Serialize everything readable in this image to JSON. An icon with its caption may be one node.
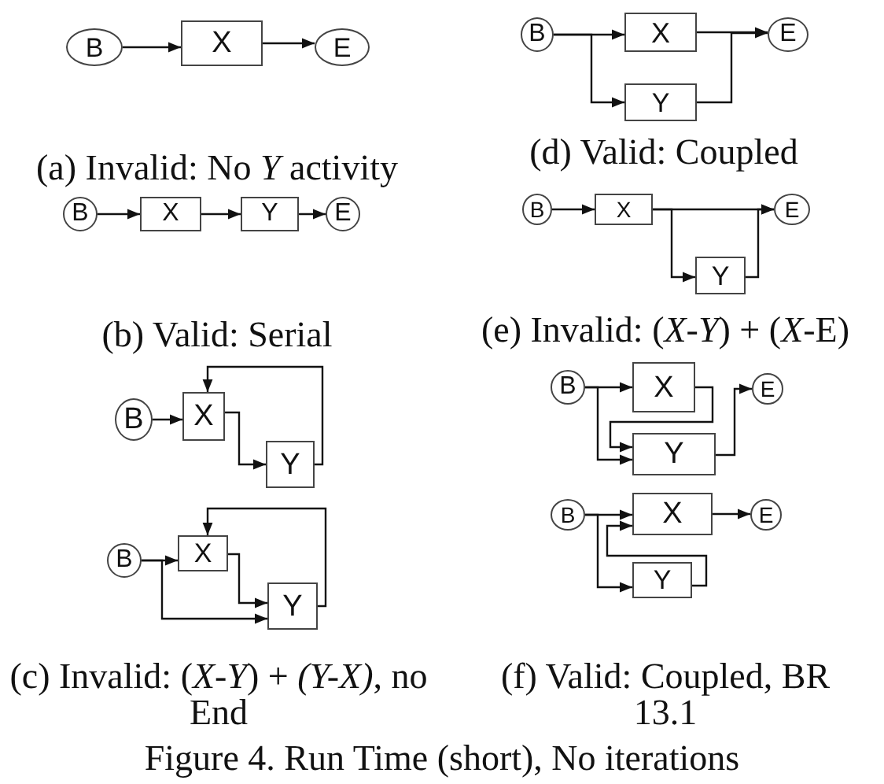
{
  "diagram": {
    "caption": "Figure 4. Run Time (short), No iterations",
    "nodes": [
      {
        "text": [
          "B"
        ]
      },
      {
        "text": [
          "X"
        ]
      },
      {
        "text": [
          "E"
        ]
      },
      {
        "text": [
          "B"
        ]
      },
      {
        "text": [
          "X"
        ]
      },
      {
        "text": [
          "Y"
        ]
      },
      {
        "text": [
          "E"
        ]
      },
      {
        "text": [
          "B"
        ]
      },
      {
        "text": [
          "X"
        ]
      },
      {
        "text": [
          "Y"
        ]
      },
      {
        "text": [
          "E"
        ]
      },
      {
        "text": [
          "B"
        ]
      },
      {
        "text": [
          "X"
        ]
      },
      {
        "text": [
          "Y"
        ]
      },
      {
        "text": [
          "E"
        ]
      },
      {
        "text": [
          "B"
        ]
      },
      {
        "text": [
          "X"
        ]
      },
      {
        "text": [
          "Y"
        ]
      },
      {
        "text": [
          "B"
        ]
      },
      {
        "text": [
          "X"
        ]
      },
      {
        "text": [
          "Y"
        ]
      },
      {
        "text": [
          "E"
        ]
      },
      {
        "text": [
          "B"
        ]
      },
      {
        "text": [
          "X"
        ]
      },
      {
        "text": [
          "Y"
        ]
      },
      {
        "text": [
          "B"
        ]
      },
      {
        "text": [
          "X"
        ]
      },
      {
        "text": [
          "Y"
        ]
      },
      {
        "text": [
          "E"
        ]
      }
    ],
    "edges": [
      {
        "from": 0,
        "to": 1,
        "arrow": "to"
      },
      {
        "from": 1,
        "to": 2,
        "arrow": "to"
      },
      {
        "from": 3,
        "to": 4,
        "arrow": "to"
      },
      {
        "from": 3,
        "to": 5,
        "arrow": "to"
      },
      {
        "from": 4,
        "to": 6,
        "arrow": "to"
      },
      {
        "from": 5,
        "to": 6,
        "arrow": "to"
      },
      {
        "from": 7,
        "to": 8,
        "arrow": "to"
      },
      {
        "from": 8,
        "to": 9,
        "arrow": "to"
      },
      {
        "from": 9,
        "to": 10,
        "arrow": "to"
      },
      {
        "from": 11,
        "to": 12,
        "arrow": "to"
      },
      {
        "from": 12,
        "to": 14,
        "arrow": "to"
      },
      {
        "from": 12,
        "to": 13,
        "arrow": "to"
      },
      {
        "from": 13,
        "to": 14,
        "arrow": "to"
      },
      {
        "from": 15,
        "to": 16,
        "arrow": "to"
      },
      {
        "from": 16,
        "to": 17,
        "arrow": "to"
      },
      {
        "from": 17,
        "to": 16,
        "arrow": "to"
      },
      {
        "from": 18,
        "to": 19,
        "arrow": "to"
      },
      {
        "from": 18,
        "to": 20,
        "arrow": "to"
      },
      {
        "from": 19,
        "to": 20,
        "arrow": "to"
      },
      {
        "from": 20,
        "to": 21,
        "arrow": "to"
      },
      {
        "from": 22,
        "to": 23,
        "arrow": "to"
      },
      {
        "from": 22,
        "to": 24,
        "arrow": "to"
      },
      {
        "from": 23,
        "to": 24,
        "arrow": "to"
      },
      {
        "from": 24,
        "to": 23,
        "arrow": "to"
      },
      {
        "from": 25,
        "to": 26,
        "arrow": "to"
      },
      {
        "from": 25,
        "to": 27,
        "arrow": "to"
      },
      {
        "from": 27,
        "to": 26,
        "arrow": "to"
      },
      {
        "from": 26,
        "to": 28,
        "arrow": "to"
      }
    ],
    "labels": [
      "(a) Invalid: No *Y* activity",
      "(d) Valid: Coupled",
      "(b) Valid: Serial",
      "(e) Invalid: (*X*-*Y*) + (*X*-E)",
      "(c) Invalid: (*X-Y*) + *(Y-X)*, no End",
      "(f) Valid: Coupled, BR 13.1"
    ]
  }
}
